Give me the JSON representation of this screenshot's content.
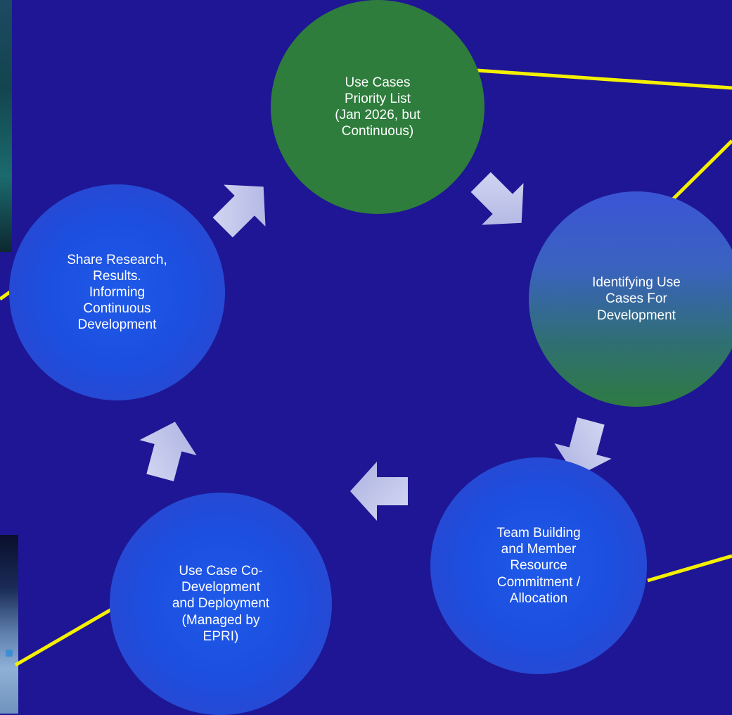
{
  "colors": {
    "background": "#1e1694",
    "connector": "#f5f000",
    "arrow": "#b9bde6",
    "green_node": "#2e7d3c",
    "blue_node_edge": "#2a3fd0",
    "blue_node_center": "#1a55e6"
  },
  "cycle": {
    "nodes": [
      {
        "id": "priority-list",
        "label": "Use Cases\nPriority List\n(Jan 2026, but\nContinuous)"
      },
      {
        "id": "identifying",
        "label": "Identifying Use\nCases For\nDevelopment"
      },
      {
        "id": "team-building",
        "label": "Team Building\nand Member\nResource\nCommitment /\nAllocation"
      },
      {
        "id": "co-development",
        "label": "Use Case Co-\nDevelopment\nand Deployment\n(Managed by\nEPRI)"
      },
      {
        "id": "share-research",
        "label": "Share Research,\nResults.\nInforming\nContinuous\nDevelopment"
      }
    ],
    "arrows": [
      {
        "from": "priority-list",
        "to": "identifying",
        "icon": "arrow-right-down-icon"
      },
      {
        "from": "identifying",
        "to": "team-building",
        "icon": "arrow-down-icon"
      },
      {
        "from": "team-building",
        "to": "co-development",
        "icon": "arrow-left-icon"
      },
      {
        "from": "co-development",
        "to": "share-research",
        "icon": "arrow-up-icon"
      },
      {
        "from": "share-research",
        "to": "priority-list",
        "icon": "arrow-up-right-icon"
      }
    ]
  }
}
